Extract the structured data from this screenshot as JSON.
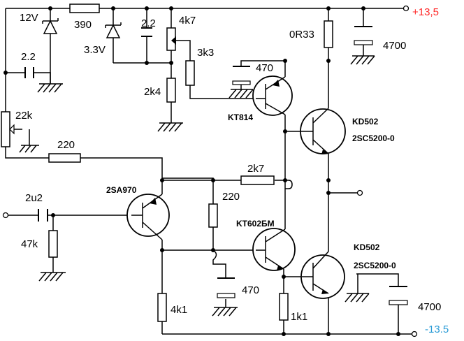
{
  "supply": {
    "positive_label": "+13,5",
    "positive_color": "#ff2a2a",
    "negative_label": "-13.5",
    "negative_color": "#2a9bd6"
  },
  "components": {
    "zener_12v": "12V",
    "zener_33v": "3.3V",
    "r_390": "390",
    "c_22_top": "2.2",
    "pot_4k7": "4k7",
    "r_3k3": "3k3",
    "c_22_left": "2.2",
    "r_2k4": "2k4",
    "c_470_top": "470",
    "q_kt814": "KT814",
    "r_0r33": "0R33",
    "c_4700_top": "4700",
    "q_kd502_top": "KD502",
    "q_2sc5200_top": "2SC5200-0",
    "pot_22k": "22k",
    "r_220_left": "220",
    "r_2k7": "2k7",
    "q_2sa970": "2SA970",
    "c_2u2": "2u2",
    "r_220_mid": "220",
    "q_kt602": "KT602БМ",
    "r_47k": "47k",
    "c_470_bot": "470",
    "q_kd502_bot": "KD502",
    "q_2sc5200_bot": "2SC5200-0",
    "r_4k1": "4k1",
    "r_1k1": "1k1",
    "c_4700_bot": "4700"
  }
}
